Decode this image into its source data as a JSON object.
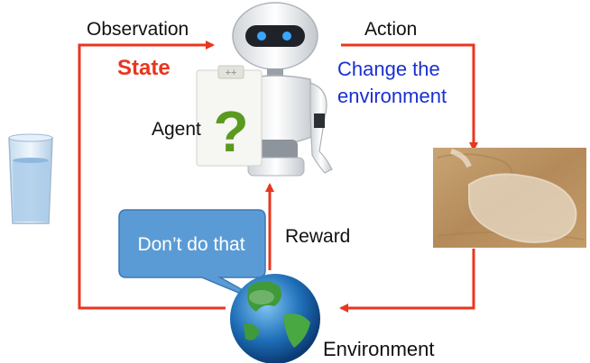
{
  "labels": {
    "observation": "Observation",
    "state": "State",
    "action": "Action",
    "change_environment": "Change the environment",
    "agent": "Agent",
    "reward": "Reward",
    "environment": "Environment"
  },
  "speech_bubble": {
    "text": "Don’t do that"
  },
  "question_card": {
    "mark": "?",
    "badge": "++"
  },
  "colors": {
    "loop_arrows": "#e8361f",
    "state_text": "#e8361f",
    "change_text": "#1a2fd0",
    "bubble_fill": "#5b9bd5",
    "question_mark": "#5a9a1f"
  },
  "icons": [
    "robot-icon",
    "water-glass-icon",
    "spilled-water-icon",
    "globe-icon",
    "question-card-icon"
  ]
}
